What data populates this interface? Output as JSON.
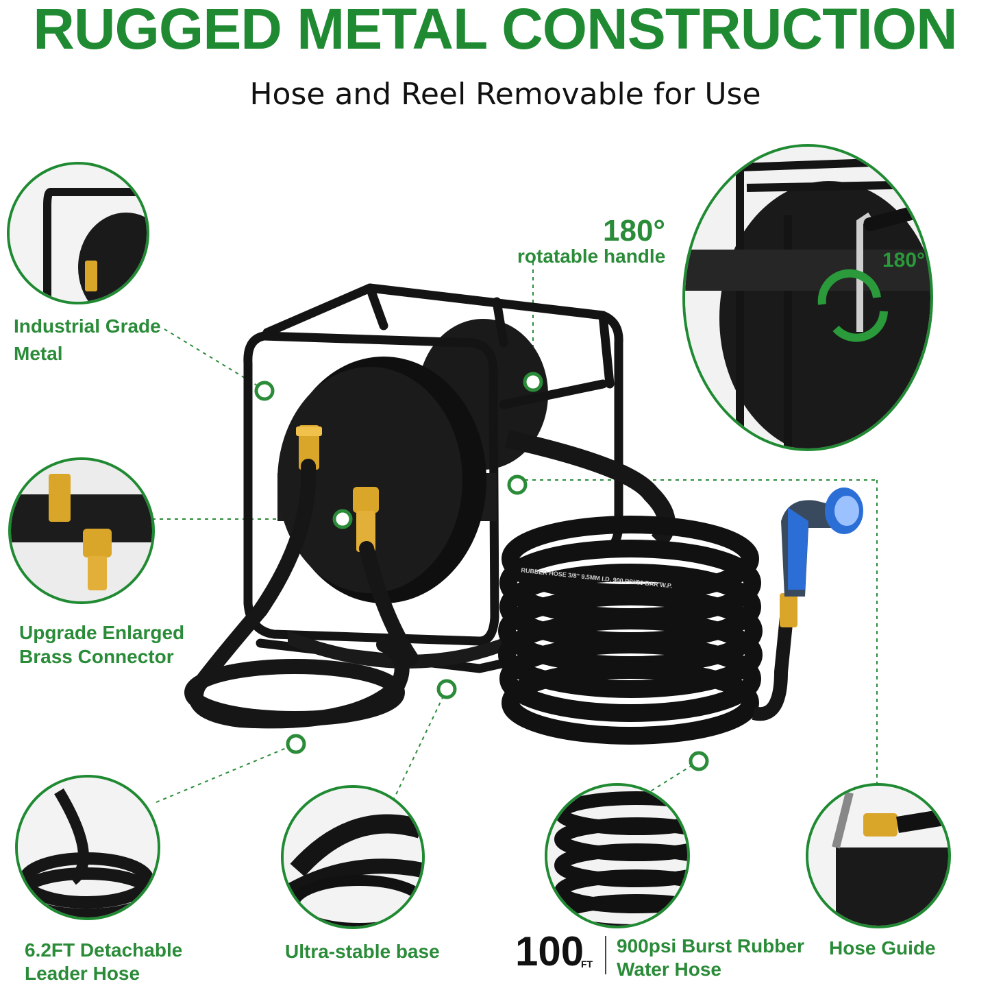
{
  "header": {
    "title": "RUGGED METAL CONSTRUCTION",
    "subtitle": "Hose and Reel Removable for Use"
  },
  "callouts": {
    "handle_degrees": "180°",
    "handle_label": "rotatable handle",
    "inset_degrees": "180°",
    "metal_line1": "Industrial Grade",
    "metal_line2": "Metal",
    "brass_line1": "Upgrade Enlarged",
    "brass_line2": "Brass Connector",
    "leader_line1": "6.2FT Detachable",
    "leader_line2": "Leader Hose",
    "base_label": "Ultra-stable base",
    "length_number": "100",
    "length_unit": "FT",
    "hose_line1": "900psi Burst Rubber",
    "hose_line2": "Water Hose",
    "guide_label": "Hose Guide"
  },
  "hose_print": "RUBBER HOSE 3/8\" 9.5MM I.D. 900 PSI/20 BAR W.P.",
  "colors": {
    "brand_green": "#1f8a32",
    "label_green": "#2a8b38",
    "reel_black": "#141414",
    "brass": "#d9a62a",
    "nozzle_blue": "#2b6fd6"
  }
}
